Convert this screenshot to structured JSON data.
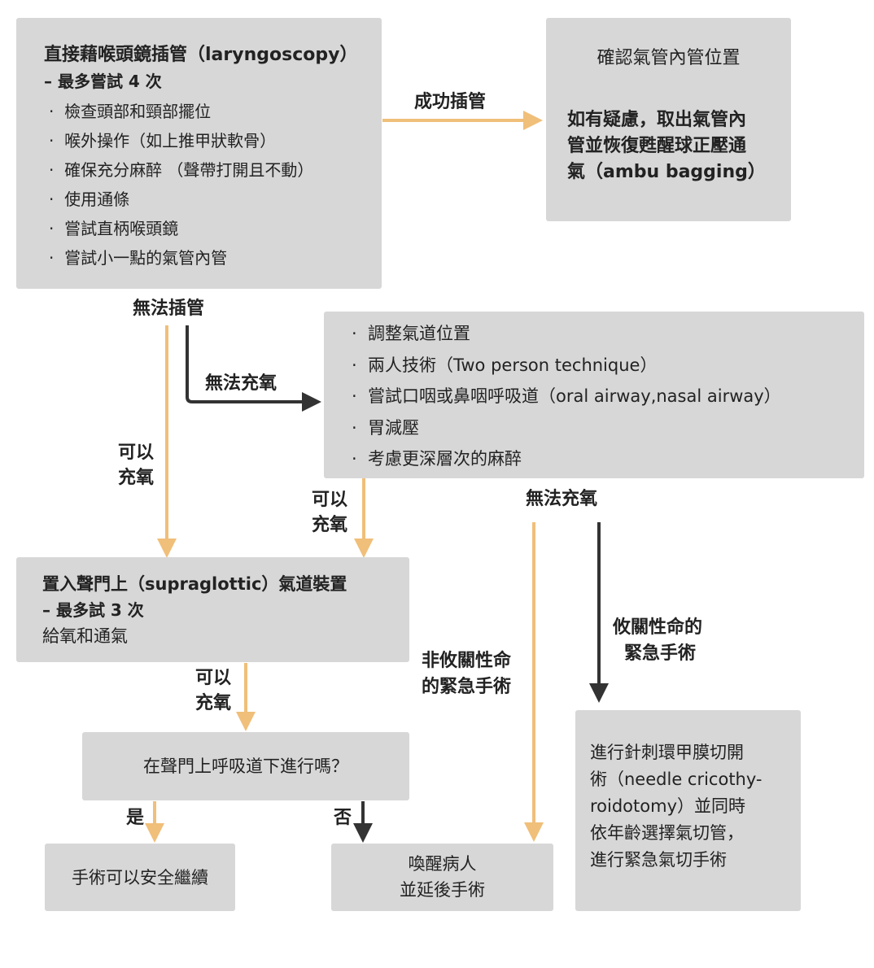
{
  "colors": {
    "box": "#d7d7d7",
    "orange_arrow": "#f0bf7a",
    "dark_arrow": "#333333"
  },
  "box1": {
    "title": "直接藉喉頭鏡插管（laryngoscopy）",
    "subtitle": "– 最多嘗試 4 次",
    "items": [
      "檢查頭部和頸部擺位",
      "喉外操作（如上推甲狀軟骨）",
      "確保充分麻醉 （聲帶打開且不動）",
      "使用通條",
      "嘗試直柄喉頭鏡",
      "嘗試小一點的氣管內管"
    ]
  },
  "box2": {
    "line1": "確認氣管內管位置",
    "bold1": "如有疑慮，取出氣管內",
    "bold2": "管並恢復甦醒球正壓通",
    "bold3": "氣（ambu bagging）"
  },
  "box3": {
    "items": [
      "調整氣道位置",
      "兩人技術（Two person technique）",
      "嘗試口咽或鼻咽呼吸道（oral airway,nasal airway）",
      "胃減壓",
      "考慮更深層次的麻醉"
    ]
  },
  "box4": {
    "title": "置入聲門上（supraglottic）氣道裝置",
    "subtitle": " – 最多試 3 次",
    "line": "給氧和通氣"
  },
  "box5": {
    "text": "在聲門上呼吸道下進行嗎？"
  },
  "box6": {
    "text": "手術可以安全繼續"
  },
  "box7": {
    "line1": "喚醒病人",
    "line2": "並延後手術"
  },
  "box8": {
    "line1": "進行針刺環甲膜切開",
    "line2": "術（needle cricothy-",
    "line3": "roidotomy）並同時",
    "line4": "依年齡選擇氣切管，",
    "line5": "進行緊急氣切手術"
  },
  "labels": {
    "success": "成功插管",
    "cannot_intubate": "無法插管",
    "cannot_oxygenate_1": "無法充氧",
    "can_oxygenate_1": [
      "可以",
      "充氧"
    ],
    "can_oxygenate_2": [
      "可以",
      "充氧"
    ],
    "cannot_oxygenate_2": "無法充氧",
    "can_oxygenate_3": [
      "可以",
      "充氧"
    ],
    "yes": "是",
    "no": "否",
    "non_emergency": [
      "非攸關性命",
      "的緊急手術"
    ],
    "emergency": [
      "攸關性命的",
      "緊急手術"
    ]
  }
}
